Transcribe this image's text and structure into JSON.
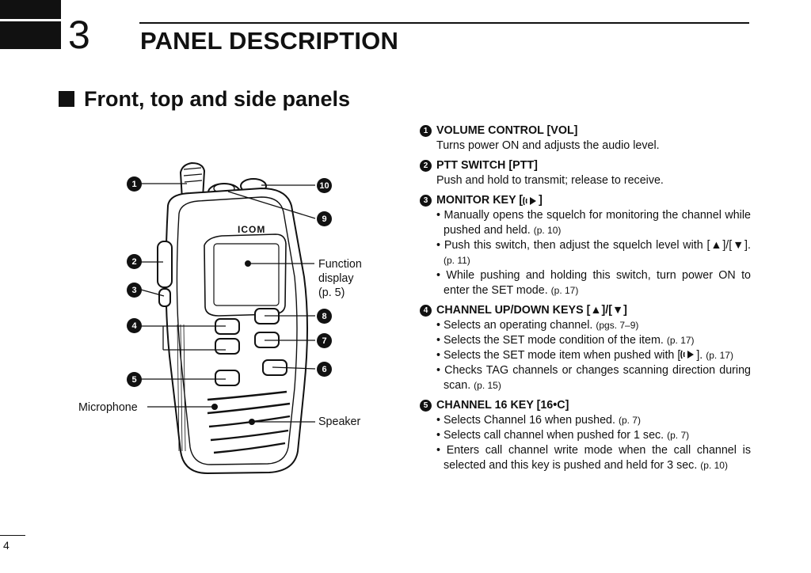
{
  "header": {
    "chapter_number": "3",
    "chapter_title": "PANEL DESCRIPTION",
    "section_heading": "Front, top and side panels"
  },
  "diagram": {
    "brand": "ICOM",
    "callouts": [
      "1",
      "2",
      "3",
      "4",
      "5",
      "6",
      "7",
      "8",
      "9",
      "10"
    ],
    "labels": {
      "function_display": [
        "Function",
        "display",
        "(p. 5)"
      ],
      "microphone": "Microphone",
      "speaker": "Speaker"
    }
  },
  "descriptions": [
    {
      "num": "1",
      "title": "VOLUME CONTROL [VOL]",
      "text": "Turns power ON and adjusts the audio level."
    },
    {
      "num": "2",
      "title": "PTT SWITCH [PTT]",
      "text": "Push and hold to transmit; release to receive."
    },
    {
      "num": "3",
      "title_pre": "MONITOR KEY [",
      "title_post": "]",
      "bullets": [
        {
          "text": "Manually opens the squelch for monitoring the channel while pushed and held.",
          "ref": "(p. 10)"
        },
        {
          "text": "Push this switch, then adjust the squelch level with [▲]/[▼].",
          "ref": "(p. 11)"
        },
        {
          "text": "While pushing and holding this switch, turn power ON to enter the SET mode.",
          "ref": "(p. 17)"
        }
      ]
    },
    {
      "num": "4",
      "title": "CHANNEL UP/DOWN KEYS [▲]/[▼]",
      "bullets": [
        {
          "text": "Selects an operating channel.",
          "ref": "(pgs. 7–9)"
        },
        {
          "text": "Selects the SET mode condition of the item.",
          "ref": "(p. 17)"
        },
        {
          "text_pre": "Selects the SET mode item when pushed with [",
          "text_post": "].",
          "ref": "(p. 17)"
        },
        {
          "text": "Checks TAG channels or changes scanning direction during scan.",
          "ref": "(p. 15)"
        }
      ]
    },
    {
      "num": "5",
      "title": "CHANNEL 16 KEY [16•C]",
      "bullets": [
        {
          "text": "Selects Channel 16 when pushed.",
          "ref": "(p. 7)"
        },
        {
          "text": "Selects call channel when pushed for 1 sec.",
          "ref": "(p. 7)"
        },
        {
          "text": "Enters call channel write mode when the call channel is selected and this key is pushed and held for 3 sec.",
          "ref": "(p. 10)"
        }
      ]
    }
  ],
  "footer": {
    "page_number": "4"
  }
}
